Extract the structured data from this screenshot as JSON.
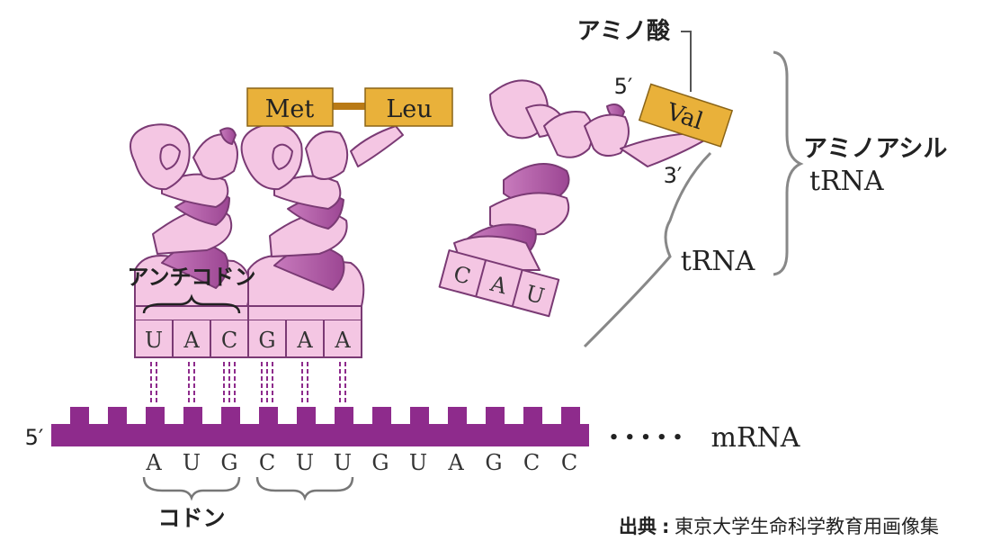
{
  "labels": {
    "amino_acid": "アミノ酸",
    "aminoacyl_trna_line1": "アミノアシル",
    "aminoacyl_trna_line2": "tRNA",
    "trna": "tRNA",
    "anticodon": "アンチコドン",
    "codon": "コドン",
    "mrna": "mRNA",
    "mrna_dots": "• • • • •",
    "five_prime_mrna": "5′",
    "five_prime_trna": "5′",
    "three_prime_trna": "3′",
    "source_prefix": "出典",
    "source_sep": ":",
    "source_text": "東京大学生命科学教育用画像集"
  },
  "amino_acids": [
    "Met",
    "Leu",
    "Val"
  ],
  "anticodons": {
    "trna1": [
      "U",
      "A",
      "C"
    ],
    "trna2": [
      "G",
      "A",
      "A"
    ],
    "trna3": [
      "C",
      "A",
      "U"
    ]
  },
  "mrna_sequence": [
    "A",
    "U",
    "G",
    "C",
    "U",
    "U",
    "G",
    "U",
    "A",
    "G",
    "C",
    "C"
  ],
  "colors": {
    "mrna": "#8e2b8c",
    "trna_light": "#f4c6e3",
    "trna_dark": "#b45aa8",
    "trna_outline": "#7a3a74",
    "amino_box": "#e9b13a",
    "peptide_bond": "#b97a16",
    "bracket": "#777777"
  }
}
